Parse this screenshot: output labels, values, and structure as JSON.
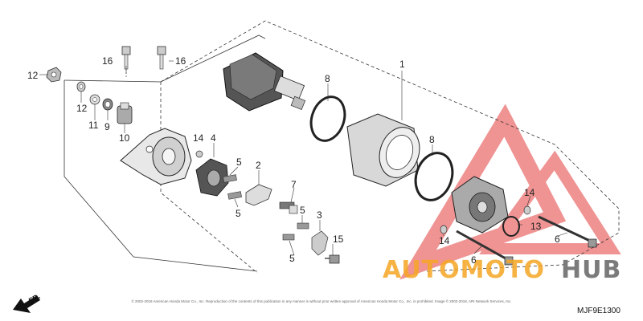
{
  "diagram_code": "MJF9E1300",
  "copyright": "© 2002-2018 American Honda Motor Co., Inc. Reproduction of the contents of this publication in any manner is without prior written approval of American Honda Motor Co., Inc. is prohibited. Image © 2002-2018, ARI Network Services, Inc.",
  "direction_label": "FR.",
  "watermark": {
    "text_orange": "AUTOMOTO",
    "text_gray": "HUB",
    "color_orange": "#f5a623",
    "color_gray": "#6d6d6d",
    "color_red": "#e23b3b"
  },
  "callouts": {
    "c1": "1",
    "c2": "2",
    "c3": "3",
    "c4": "4",
    "c5a": "5",
    "c5b": "5",
    "c5c": "5",
    "c5d": "5",
    "c6a": "6",
    "c6b": "6",
    "c7": "7",
    "c8a": "8",
    "c8b": "8",
    "c9": "9",
    "c10": "10",
    "c11": "11",
    "c12a": "12",
    "c12b": "12",
    "c13": "13",
    "c14a": "14",
    "c14b": "14",
    "c14c": "14",
    "c15": "15",
    "c16a": "16",
    "c16b": "16"
  }
}
